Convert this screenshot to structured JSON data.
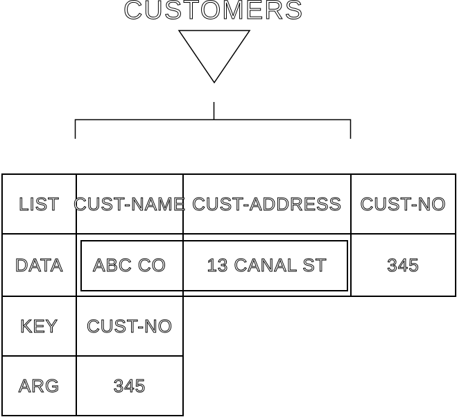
{
  "colors": {
    "line": "#000000",
    "background": "#ffffff"
  },
  "diagram": {
    "title": "CUSTOMERS",
    "symbols": {
      "triangle": "inverted-triangle-outline",
      "bracket": "span-bracket-over-fields"
    },
    "table": {
      "header_row": {
        "label": "LIST",
        "fields": [
          "CUST-NAME",
          "CUST-ADDRESS",
          "CUST-NO"
        ]
      },
      "data_row": {
        "label": "DATA",
        "values": [
          "ABC CO",
          "13 CANAL ST",
          "345"
        ]
      },
      "key_row": {
        "label": "KEY",
        "value": "CUST-NO"
      },
      "arg_row": {
        "label": "ARG",
        "value": "345"
      }
    }
  }
}
